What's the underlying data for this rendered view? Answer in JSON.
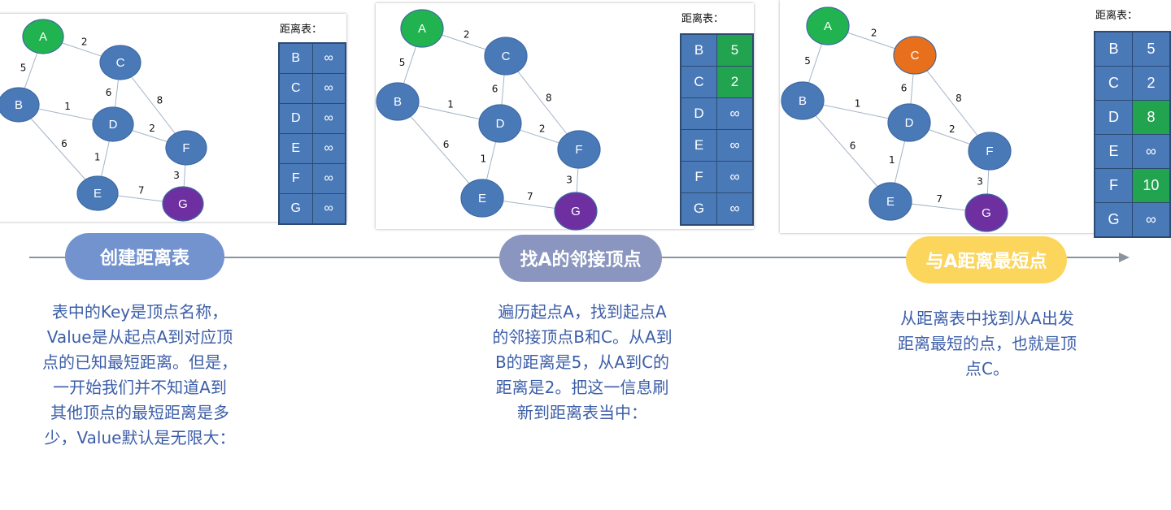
{
  "colors": {
    "node_default": "#4a79b8",
    "node_start": "#21b34f",
    "node_goal": "#6e30a0",
    "node_nearest": "#e8701c",
    "table_cell": "#4a79b8",
    "table_highlight": "#21a34f",
    "pill_1": "#7393cf",
    "pill_2": "#8a96bf",
    "pill_3": "#fbd55c",
    "description_text": "#3c5ea8"
  },
  "graph": {
    "nodes": [
      {
        "id": "A",
        "label": "A"
      },
      {
        "id": "B",
        "label": "B"
      },
      {
        "id": "C",
        "label": "C"
      },
      {
        "id": "D",
        "label": "D"
      },
      {
        "id": "E",
        "label": "E"
      },
      {
        "id": "F",
        "label": "F"
      },
      {
        "id": "G",
        "label": "G"
      }
    ],
    "edges": [
      {
        "from": "A",
        "to": "B",
        "weight": "5"
      },
      {
        "from": "A",
        "to": "C",
        "weight": "2"
      },
      {
        "from": "C",
        "to": "D",
        "weight": "6"
      },
      {
        "from": "C",
        "to": "F",
        "weight": "8"
      },
      {
        "from": "B",
        "to": "D",
        "weight": "1"
      },
      {
        "from": "D",
        "to": "F",
        "weight": "2"
      },
      {
        "from": "B",
        "to": "E",
        "weight": "6"
      },
      {
        "from": "D",
        "to": "E",
        "weight": "1"
      },
      {
        "from": "F",
        "to": "G",
        "weight": "3"
      },
      {
        "from": "E",
        "to": "G",
        "weight": "7"
      }
    ]
  },
  "steps": [
    {
      "table_title": "距离表：",
      "node_fill": {
        "A": "#21b34f",
        "G": "#6e30a0"
      },
      "distances": [
        {
          "key": "B",
          "value": "∞",
          "highlight": false
        },
        {
          "key": "C",
          "value": "∞",
          "highlight": false
        },
        {
          "key": "D",
          "value": "∞",
          "highlight": false
        },
        {
          "key": "E",
          "value": "∞",
          "highlight": false
        },
        {
          "key": "F",
          "value": "∞",
          "highlight": false
        },
        {
          "key": "G",
          "value": "∞",
          "highlight": false
        }
      ],
      "label": "创建距离表",
      "description": [
        "表中的Key是顶点名称，",
        "Value是从起点A到对应顶",
        "点的已知最短距离。但是，",
        "一开始我们并不知道A到",
        "其他顶点的最短距离是多",
        "少，Value默认是无限大："
      ]
    },
    {
      "table_title": "距离表：",
      "node_fill": {
        "A": "#21b34f",
        "G": "#6e30a0"
      },
      "distances": [
        {
          "key": "B",
          "value": "5",
          "highlight": true
        },
        {
          "key": "C",
          "value": "2",
          "highlight": true
        },
        {
          "key": "D",
          "value": "∞",
          "highlight": false
        },
        {
          "key": "E",
          "value": "∞",
          "highlight": false
        },
        {
          "key": "F",
          "value": "∞",
          "highlight": false
        },
        {
          "key": "G",
          "value": "∞",
          "highlight": false
        }
      ],
      "label": "找A的邻接顶点",
      "description": [
        "遍历起点A，找到起点A",
        "的邻接顶点B和C。从A到",
        "B的距离是5，从A到C的",
        "距离是2。把这一信息刷",
        "新到距离表当中："
      ]
    },
    {
      "table_title": "距离表：",
      "node_fill": {
        "A": "#21b34f",
        "C": "#e8701c",
        "G": "#6e30a0"
      },
      "distances": [
        {
          "key": "B",
          "value": "5",
          "highlight": false
        },
        {
          "key": "C",
          "value": "2",
          "highlight": false
        },
        {
          "key": "D",
          "value": "8",
          "highlight": true
        },
        {
          "key": "E",
          "value": "∞",
          "highlight": false
        },
        {
          "key": "F",
          "value": "10",
          "highlight": true
        },
        {
          "key": "G",
          "value": "∞",
          "highlight": false
        }
      ],
      "label": "与A距离最短点",
      "description": [
        "从距离表中找到从A出发",
        "距离最短的点，也就是顶",
        "点C。"
      ]
    }
  ]
}
